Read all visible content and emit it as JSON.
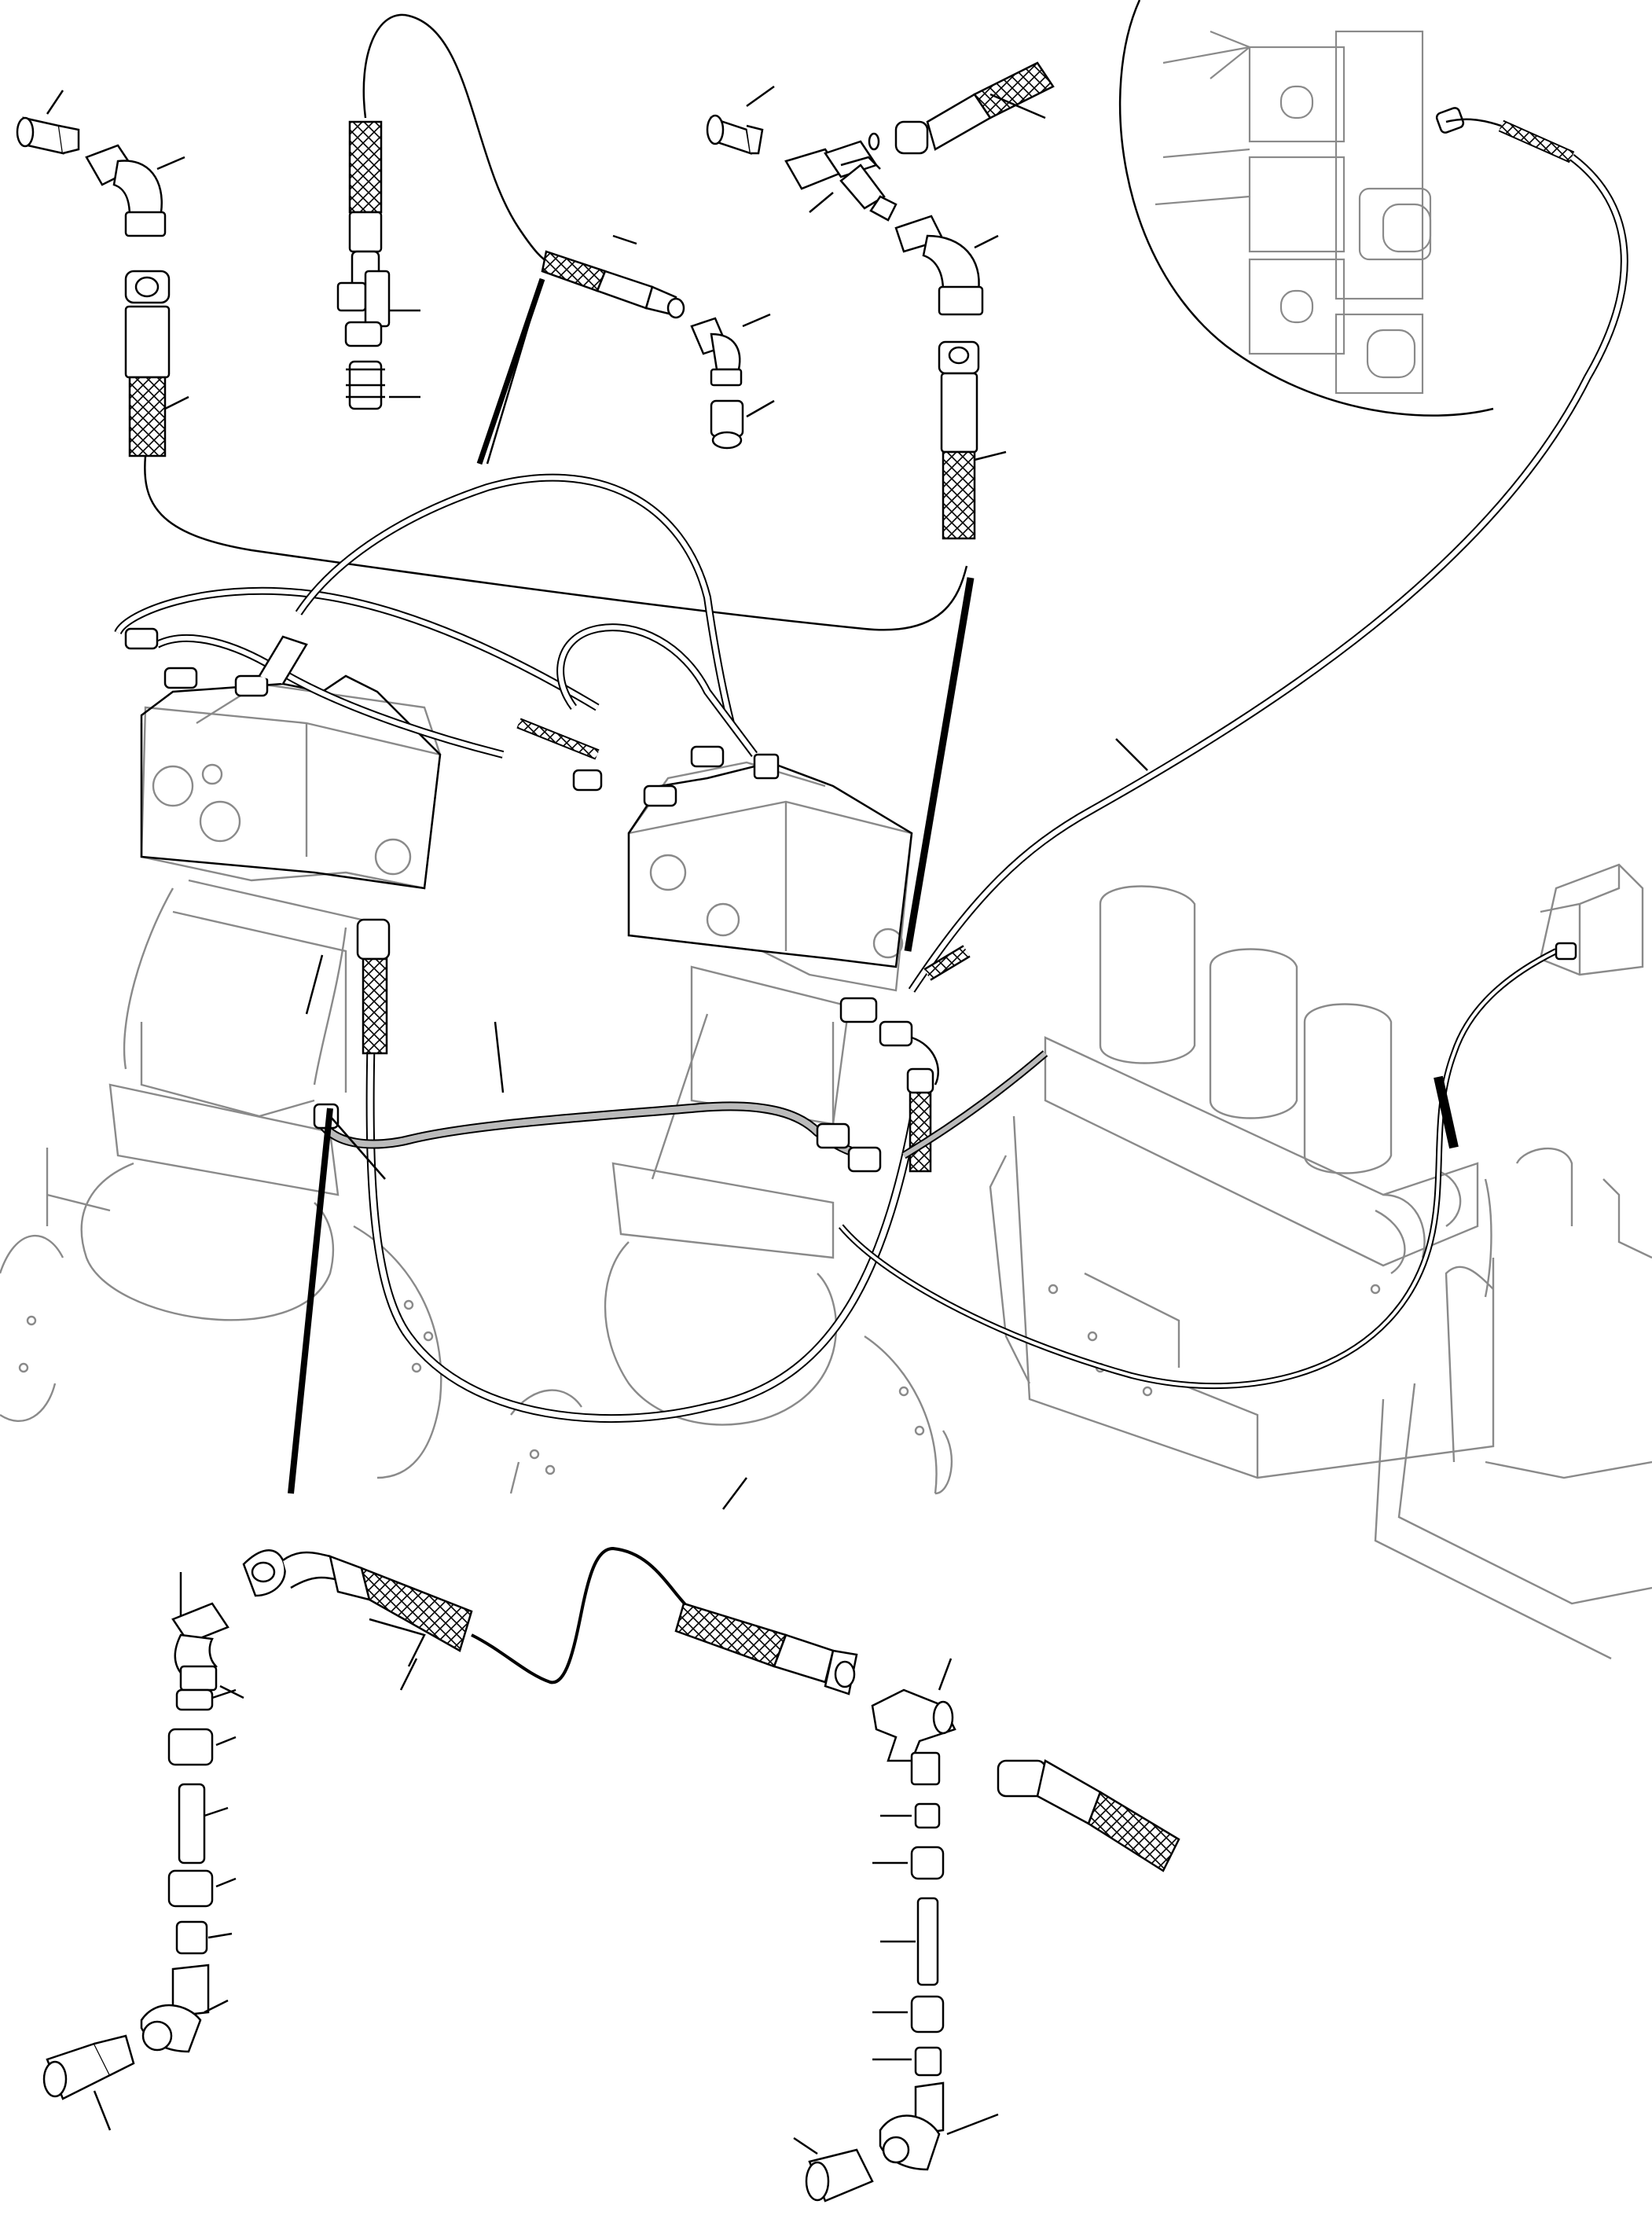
{
  "diagram": {
    "kind": "exploded hydraulic piping parts illustration",
    "labels": [],
    "colors": {
      "line": "#000000",
      "ghost_line": "#8a8a8a",
      "hose_fill": "#ffffff",
      "background": "#ffffff"
    },
    "parts": [
      {
        "name": "elbow-fitting-top-left",
        "icon": "elbow"
      },
      {
        "name": "hose-end-top-left",
        "icon": "hose-crimp"
      },
      {
        "name": "tee-fitting-top-center",
        "icon": "tee"
      },
      {
        "name": "hose-loop-top",
        "icon": "hose"
      },
      {
        "name": "elbow-fitting-top-center",
        "icon": "elbow"
      },
      {
        "name": "tee-fitting-top-right",
        "icon": "tee"
      },
      {
        "name": "elbow-fitting-top-right",
        "icon": "elbow"
      },
      {
        "name": "valve-block-inset",
        "icon": "solenoid-valve"
      },
      {
        "name": "swivel-motor-left",
        "icon": "motor"
      },
      {
        "name": "swivel-motor-right",
        "icon": "motor"
      },
      {
        "name": "engine-block",
        "icon": "engine"
      },
      {
        "name": "bottom-left-tube-stack",
        "icon": "tube"
      },
      {
        "name": "bottom-center-hose",
        "icon": "hose"
      },
      {
        "name": "bottom-right-tee-stack",
        "icon": "tee"
      }
    ]
  }
}
